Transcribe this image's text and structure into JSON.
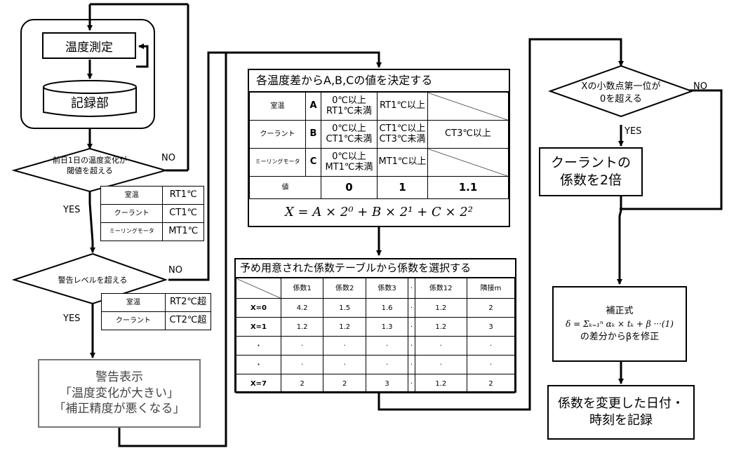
{
  "left": {
    "measure": "温度測定",
    "record": "記録部",
    "decision1": {
      "line1": "前日1日の温度変化が",
      "line2": "閾値を超える",
      "no": "NO",
      "yes": "YES"
    },
    "thresh1": [
      {
        "label": "室温",
        "value": "RT1℃"
      },
      {
        "label": "クーラント",
        "value": "CT1℃"
      },
      {
        "label": "ミーリングモータ",
        "value": "MT1℃"
      }
    ],
    "decision2": {
      "text": "警告レベルを超える",
      "no": "NO",
      "yes": "YES"
    },
    "thresh2": [
      {
        "label": "室温",
        "value": "RT2℃超"
      },
      {
        "label": "クーラント",
        "value": "CT2℃超"
      }
    ],
    "warning": {
      "title": "警告表示",
      "line1": "「温度変化が大きい」",
      "line2": "「補正精度が悪くなる」"
    }
  },
  "abc_table": {
    "title": "各温度差からA,B,Cの値を決定する",
    "rows": [
      {
        "name": "室温",
        "letter": "A",
        "c0a": "0℃以上",
        "c0b": "RT1℃未満",
        "c1": "RT1℃以上"
      },
      {
        "name": "クーラント",
        "letter": "B",
        "c0a": "0℃以上",
        "c0b": "CT1℃未満",
        "c1a": "CT1℃以上",
        "c1b": "CT3℃未満",
        "c2": "CT3℃以上"
      },
      {
        "name": "ミーリングモータ",
        "letter": "C",
        "c0a": "0℃以上",
        "c0b": "MT1℃未満",
        "c1": "MT1℃以上"
      }
    ],
    "value_row": {
      "label": "値",
      "v0": "0",
      "v1": "1",
      "v2": "1.1"
    },
    "formula": "X = A × 2⁰ + B × 2¹ + C × 2²"
  },
  "coef_table": {
    "title": "予め用意された係数テーブルから係数を選択する",
    "headers": [
      "",
      "係数1",
      "係数2",
      "係数3",
      "·",
      "係数12",
      "隣接m"
    ],
    "rows": [
      [
        "X=0",
        "4.2",
        "1.5",
        "1.6",
        "·",
        "1.2",
        "2"
      ],
      [
        "X=1",
        "1.2",
        "1.2",
        "1.3",
        "·",
        "1.2",
        "3"
      ],
      [
        "·",
        "·",
        "·",
        "·",
        "·",
        "·",
        "·"
      ],
      [
        "·",
        "·",
        "·",
        "·",
        "·",
        "·",
        "·"
      ],
      [
        "X=7",
        "2",
        "2",
        "3",
        "·",
        "1.2",
        "2"
      ]
    ]
  },
  "right": {
    "decision": {
      "line1": "Xの小数点第一位が",
      "line2": "0を超える",
      "no": "NO",
      "yes": "YES"
    },
    "double": {
      "line1": "クーラントの",
      "line2": "係数を2倍"
    },
    "correction": {
      "title": "補正式",
      "formula": "δ = Σₖ₌₁ⁿ αₖ × tₖ + β ···(1)",
      "note": "の差分からβを修正"
    },
    "record": {
      "line1": "係数を変更した日付・",
      "line2": "時刻を記録"
    }
  }
}
